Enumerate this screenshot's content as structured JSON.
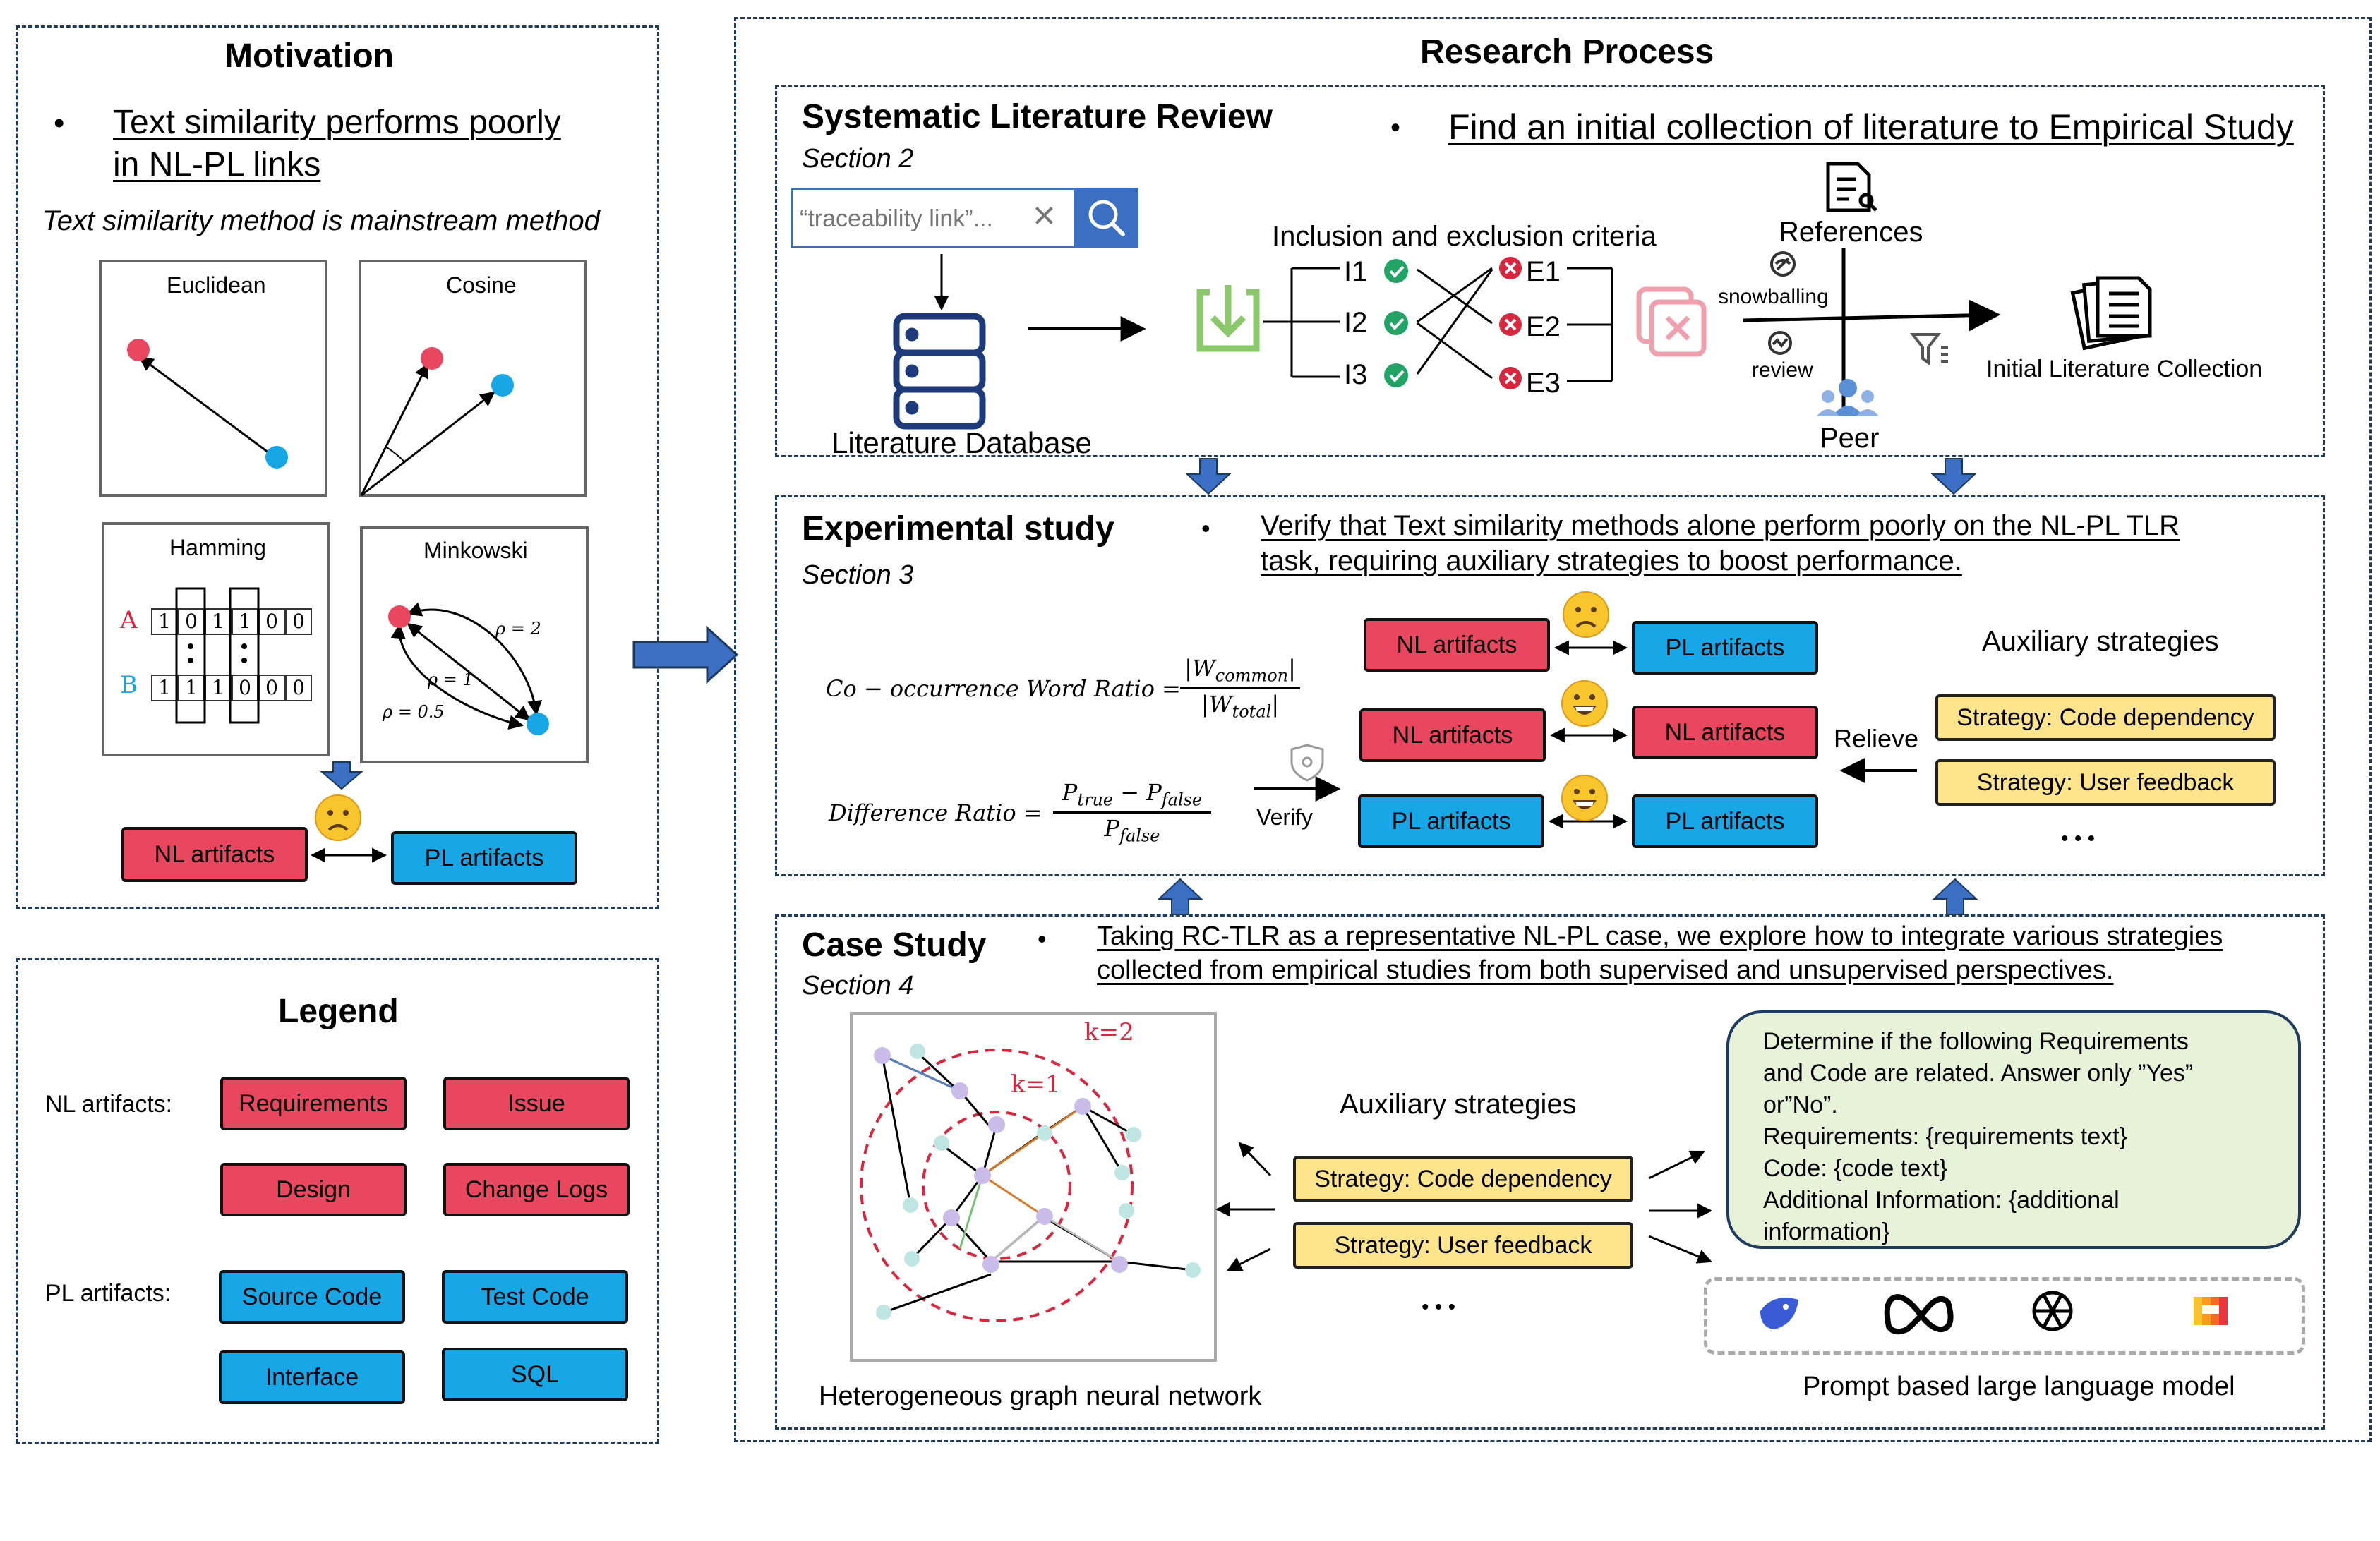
{
  "motivation": {
    "title": "Motivation",
    "bullet_line1": "Text similarity performs poorly",
    "bullet_line2": "in NL-PL links",
    "mainstream_note": "Text similarity method is mainstream method",
    "metrics": {
      "euclidean": "Euclidean",
      "cosine": "Cosine",
      "hamming": "Hamming",
      "minkowski": "Minkowski"
    },
    "hamming_a_label": "A",
    "hamming_b_label": "B",
    "hamming_a_bits": [
      "1",
      "0",
      "1",
      "1",
      "0",
      "0"
    ],
    "hamming_b_bits": [
      "1",
      "1",
      "1",
      "0",
      "0",
      "0"
    ],
    "minkowski_p2": "ρ = 2",
    "minkowski_p1": "ρ = 1",
    "minkowski_p05": "ρ = 0.5",
    "nl_box": "NL artifacts",
    "pl_box": "PL artifacts"
  },
  "legend": {
    "title": "Legend",
    "nl_label": "NL artifacts:",
    "pl_label": "PL artifacts:",
    "nl_items": [
      "Requirements",
      "Issue",
      "Design",
      "Change Logs"
    ],
    "pl_items": [
      "Source Code",
      "Test Code",
      "Interface",
      "SQL"
    ]
  },
  "research": {
    "title": "Research Process",
    "slr": {
      "title": "Systematic Literature Review",
      "section": "Section 2",
      "bullet": "Find an initial collection of literature to Empirical Study",
      "search_placeholder": "“traceability link”...",
      "database_label": "Literature Database",
      "criteria_label": "Inclusion and exclusion criteria",
      "inclusion": [
        "I1",
        "I2",
        "I3"
      ],
      "exclusion": [
        "E1",
        "E2",
        "E3"
      ],
      "references": "References",
      "snowballing": "snowballing",
      "review": "review",
      "peer": "Peer",
      "collection": "Initial Literature Collection"
    },
    "exp": {
      "title": "Experimental study",
      "section": "Section 3",
      "bullet_line1": "Verify that Text similarity methods alone perform poorly on the NL-PL TLR",
      "bullet_line2": "task, requiring auxiliary strategies to boost performance.",
      "formula1_lhs": "Co − occurrence Word Ratio =",
      "formula1_num": "|W",
      "formula1_num_sub": "common",
      "formula1_den": "|W",
      "formula1_den_sub": "total",
      "formula2_lhs": "Difference Ratio =",
      "formula2_num_a": "P",
      "formula2_num_a_sub": "true",
      "formula2_num_b": "P",
      "formula2_num_b_sub": "false",
      "formula2_den": "P",
      "formula2_den_sub": "false",
      "verify": "Verify",
      "pairs": [
        {
          "left": "NL artifacts",
          "right": "PL artifacts",
          "mood": "sad"
        },
        {
          "left": "NL artifacts",
          "right": "NL artifacts",
          "mood": "happy"
        },
        {
          "left": "PL artifacts",
          "right": "PL artifacts",
          "mood": "happy"
        }
      ],
      "aux_title": "Auxiliary strategies",
      "relieve": "Relieve",
      "strategies": [
        "Strategy: Code dependency",
        "Strategy: User feedback"
      ],
      "ellipsis": "• • •"
    },
    "case": {
      "title": "Case Study",
      "section": "Section 4",
      "bullet_line1": "Taking RC-TLR as a representative NL-PL case, we explore how to integrate various strategies",
      "bullet_line2": "collected from empirical studies from both supervised and unsupervised perspectives.",
      "k2": "k=2",
      "k1": "k=1",
      "graph_caption": "Heterogeneous graph neural network",
      "aux_title": "Auxiliary strategies",
      "strategies": [
        "Strategy: Code dependency",
        "Strategy: User feedback"
      ],
      "ellipsis": "• • •",
      "prompt_lines": [
        "Determine if the following Requirements",
        "and Code are related. Answer only ”Yes”",
        "or”No”.",
        "Requirements: {requirements text}",
        "Code: {code text}",
        "Additional Information: {additional",
        "information}"
      ],
      "llm_caption": "Prompt based large language model",
      "logos": [
        "deepseek-logo",
        "meta-logo",
        "openai-logo",
        "mistral-logo"
      ]
    }
  },
  "colors": {
    "nl": "#e8475f",
    "pl": "#17a6e6",
    "strategy": "#fde48d",
    "arrow_blue": "#3b6fc4",
    "check_green": "#21a366",
    "cross_red": "#d7263d",
    "prompt_bg": "#e8f2d8",
    "dashed_border": "#1f3a5f"
  }
}
